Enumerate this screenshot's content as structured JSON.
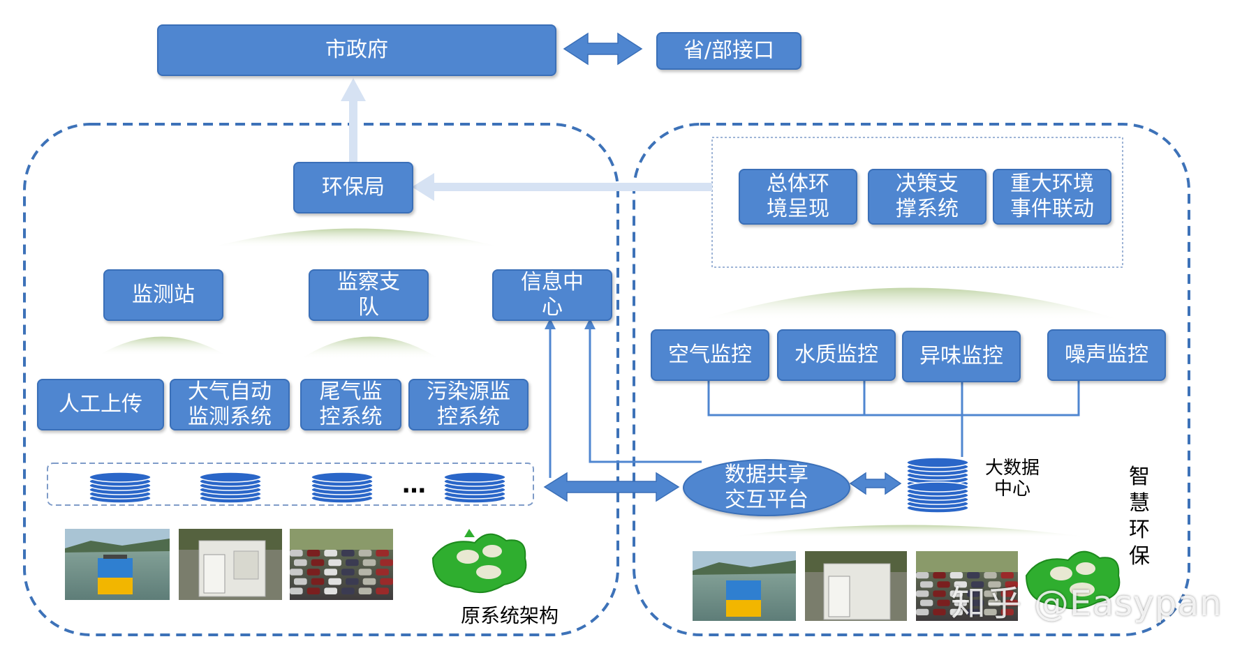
{
  "top": {
    "city_gov": "市政府",
    "province_interface": "省/部接口"
  },
  "left": {
    "epb": "环保局",
    "monitoring_station": "监测站",
    "inspection_team": "监察支\n队",
    "info_center": "信息中\n心",
    "manual_upload": "人工上传",
    "air_auto": "大气自动\n监测系统",
    "exhaust": "尾气监\n控系统",
    "pollution": "污染源监\n控系统",
    "ellipsis": "…",
    "caption": "原系统架构"
  },
  "right": {
    "overall_env": "总体环\n境呈现",
    "decision": "决策支\n撑系统",
    "major_event": "重大环境\n事件联动",
    "air": "空气监控",
    "water": "水质监控",
    "odor": "异味监控",
    "noise": "噪声监控",
    "exchange": "数据共享\n交互平台",
    "bigdata": "大数据\n中心",
    "smart": "智\n慧\n环\n保"
  },
  "watermark": "知乎 @Easypan",
  "colors": {
    "box_fill": "#4f86d0",
    "box_border": "#3a6fb8",
    "dash": "#3d72b8",
    "arrow_light": "#d6e2f3",
    "cone": "#c9d8b4"
  }
}
